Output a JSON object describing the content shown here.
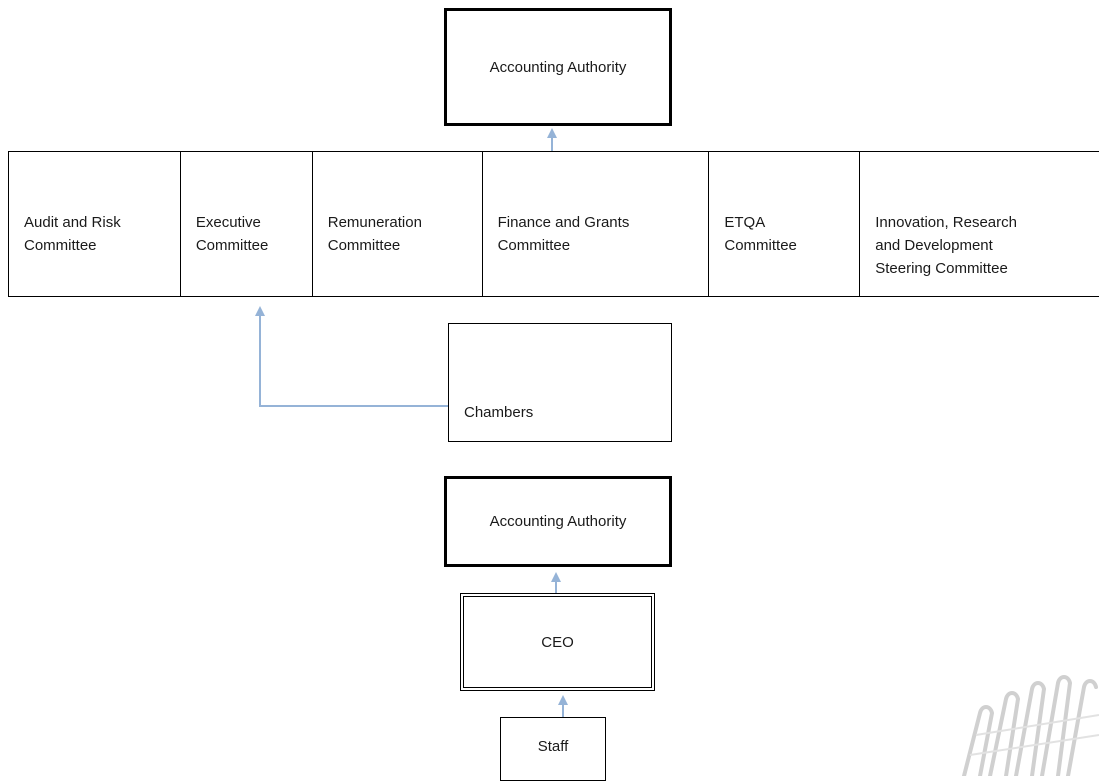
{
  "top_box": {
    "label": "Accounting Authority"
  },
  "committees": [
    {
      "label": "Audit and Risk\nCommittee"
    },
    {
      "label": "Executive\nCommittee"
    },
    {
      "label": "Remuneration\nCommittee"
    },
    {
      "label": "Finance and Grants\nCommittee"
    },
    {
      "label": "ETQA\nCommittee"
    },
    {
      "label": "Innovation, Research\nand Development\nSteering Committee"
    }
  ],
  "chambers_box": {
    "label": "Chambers"
  },
  "second_authority_box": {
    "label": "Accounting Authority"
  },
  "ceo_box": {
    "label": "CEO"
  },
  "staff_box": {
    "label": "Staff"
  },
  "colors": {
    "connector": "#95b3d7",
    "border": "#000000",
    "watermark": "#d8d8d8"
  }
}
